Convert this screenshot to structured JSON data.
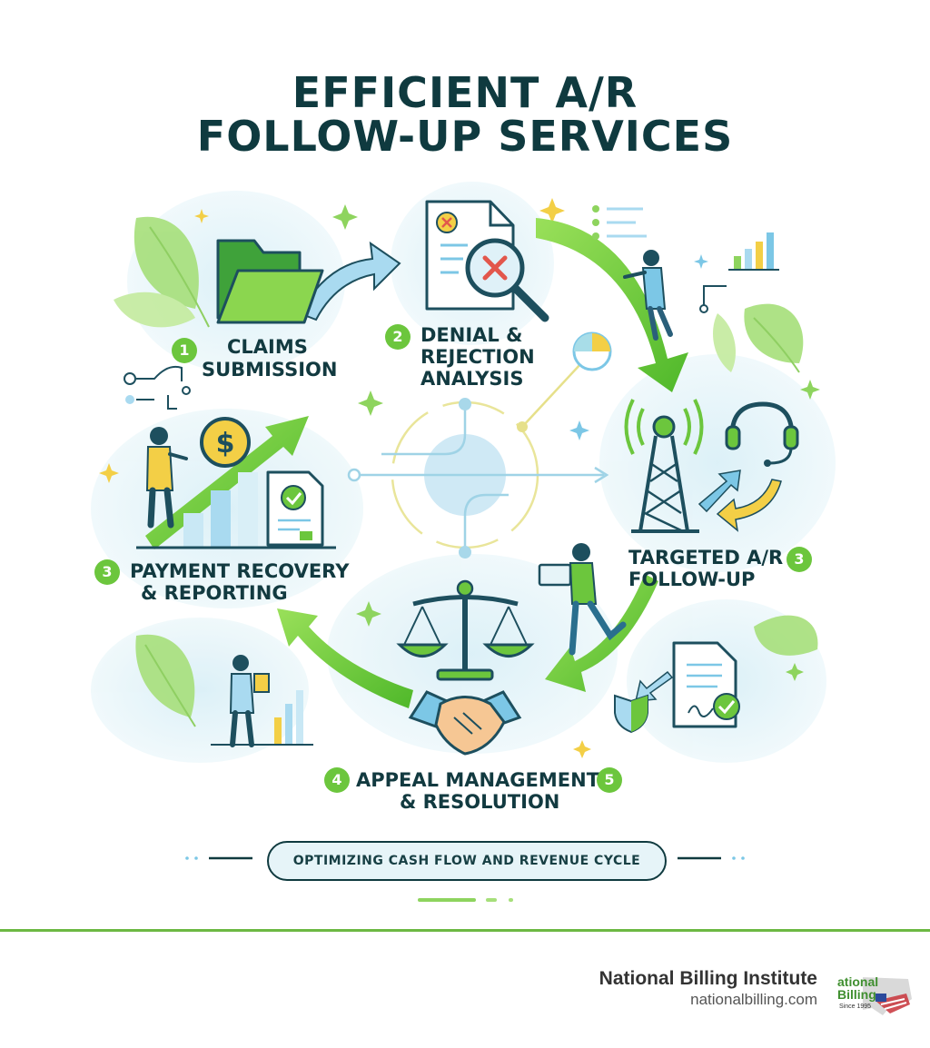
{
  "title": {
    "line1": "EFFICIENT A/R",
    "line2": "FOLLOW-UP SERVICES"
  },
  "steps": [
    {
      "number": "1",
      "line1": "CLAIMS",
      "line2": "SUBMISSION"
    },
    {
      "number": "2",
      "line1": "DENIAL &",
      "line2": "REJECTION",
      "line3": "ANALYSIS"
    },
    {
      "number": "3",
      "line1": "TARGETED A/R",
      "line2": "FOLLOW-UP"
    },
    {
      "number": "4",
      "line1": "APPEAL MANAGEMENT",
      "line2": "& RESOLUTION",
      "number_right": "5"
    },
    {
      "number": "3",
      "line1": "PAYMENT RECOVERY",
      "line2": "& REPORTING"
    }
  ],
  "banner": "OPTIMIZING CASH FLOW AND REVENUE CYCLE",
  "footer": {
    "name": "National Billing Institute",
    "url": "nationalbilling.com",
    "logo_text": "ational Billing",
    "logo_since": "Since 1995"
  },
  "colors": {
    "accent": "#6cc63d",
    "dark": "#0f3a3f",
    "light_blue": "#e3f3f9",
    "yellow": "#f5cd3a",
    "footer_line": "#6cb843"
  },
  "icons": [
    "folder-icon",
    "document-magnifier-icon",
    "radio-tower-icon",
    "headset-icon",
    "scales-icon",
    "handshake-icon",
    "dollar-coin-icon",
    "growth-arrow-icon",
    "signed-document-icon",
    "shield-icon",
    "leaf-icon",
    "sparkle-icon",
    "person-icon",
    "bar-chart-icon"
  ]
}
